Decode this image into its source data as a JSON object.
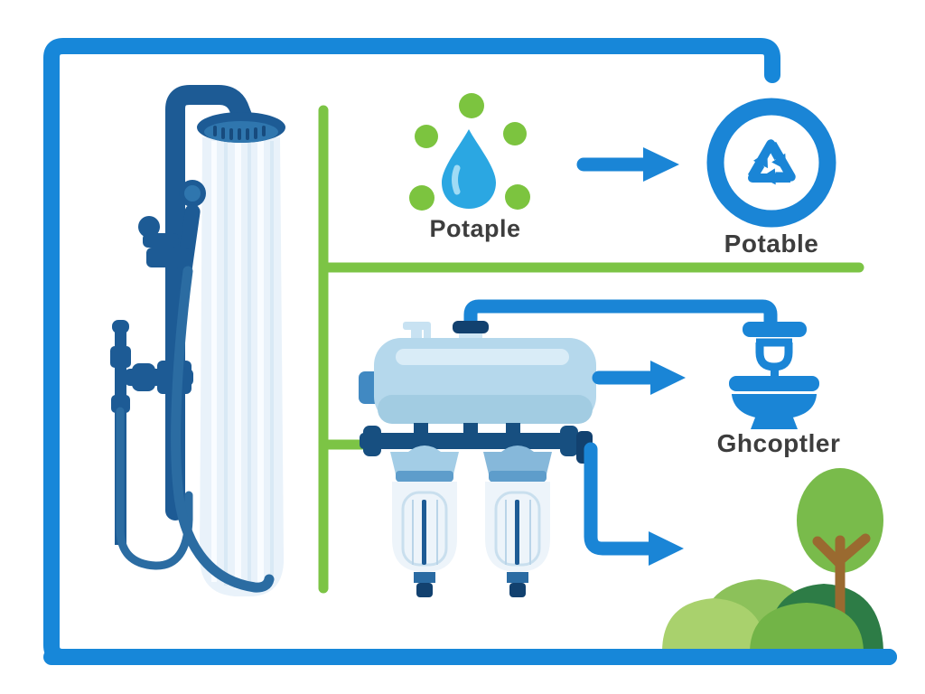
{
  "diagram": {
    "type": "water-recycling-infographic",
    "sections": {
      "source": {
        "label": "Potaple",
        "icon": "water-drop-icon"
      },
      "recycled": {
        "label": "Potable",
        "icon": "recycle-icon"
      },
      "treatment": {
        "icon": "filtration-system-icon"
      },
      "toilet_reuse": {
        "label": "Ghcoptler",
        "icon": "toilet-icon"
      },
      "irrigation": {
        "icon": "tree-icon"
      }
    },
    "colors": {
      "background": "#ffffff",
      "frame_blue": "#1787d9",
      "pipe_arrow_blue": "#1a85d6",
      "fixture_navy": "#1d5b95",
      "deep_navy": "#174f80",
      "droplet_blue": "#2ba7e2",
      "accent_green": "#7cc445",
      "tank_blue": "#b5d8ec",
      "tank_highlight": "#d9ecf7",
      "filter_body": "#edf4fa",
      "water_light": "#e9f2fa",
      "tree_green": "#79bb4b",
      "bush_dark_green": "#2d7c46",
      "bush_light_green": "#a9d16d",
      "trunk_brown": "#9a6a30",
      "label_text": "#3d3d3d"
    }
  }
}
